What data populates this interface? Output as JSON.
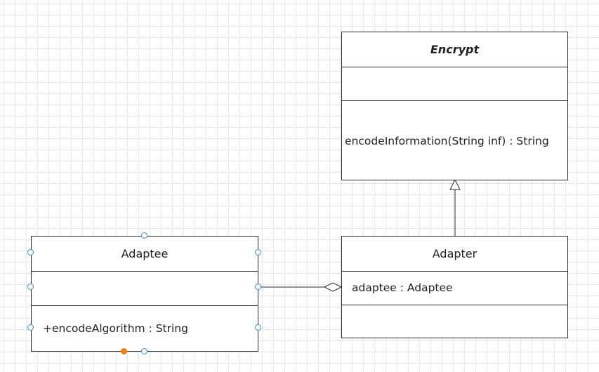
{
  "diagram": {
    "classes": {
      "encrypt": {
        "name": "Encrypt",
        "attributes": [],
        "operations": [
          "encodeInformation(String inf) : String"
        ]
      },
      "adaptee": {
        "name": "Adaptee",
        "attributes": [],
        "operations": [
          "+encodeAlgorithm : String"
        ]
      },
      "adapter": {
        "name": "Adapter",
        "attributes": [
          "adaptee : Adaptee"
        ],
        "operations": []
      }
    },
    "relationships": [
      {
        "type": "generalization",
        "from": "Adapter",
        "to": "Encrypt"
      },
      {
        "type": "aggregation",
        "whole": "Adapter",
        "part": "Adaptee"
      }
    ],
    "selection": {
      "selected_class": "Adaptee"
    },
    "colors": {
      "line": "#2b2b2b",
      "grid": "#e4e4e4",
      "handle": "#3a8fd6",
      "active_handle": "#ef7d11"
    }
  }
}
